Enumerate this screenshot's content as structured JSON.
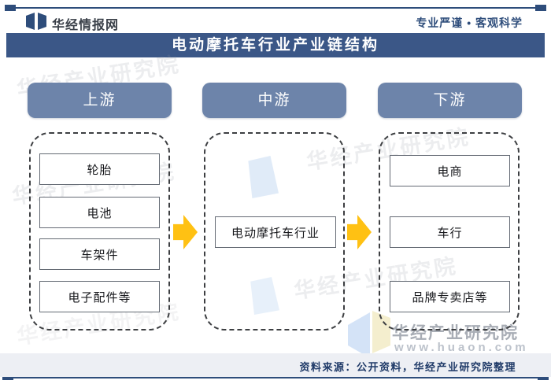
{
  "masthead": {
    "brand": "华经情报网",
    "tagline": "专业严谨 • 客观科学"
  },
  "title": "电动摩托车行业产业链结构",
  "diagram": {
    "columns": [
      {
        "header": "上游",
        "items": [
          "轮胎",
          "电池",
          "车架件",
          "电子配件等"
        ]
      },
      {
        "header": "中游",
        "items": [
          "电动摩托车行业"
        ]
      },
      {
        "header": "下游",
        "items": [
          "电商",
          "车行",
          "品牌专卖店等"
        ]
      }
    ]
  },
  "watermark": {
    "tile": "华经产业研究院",
    "name": "华经产业研究院",
    "url": "www.huaon.com"
  },
  "footer": {
    "source": "资料来源：公开资料，华经产业研究院整理"
  },
  "colors": {
    "navy": "#2E4D7B",
    "banner": "#3B5787",
    "column_header": "#6D84AA",
    "arrow": "#FFC113",
    "footer_strip": "#EDEFF4"
  }
}
